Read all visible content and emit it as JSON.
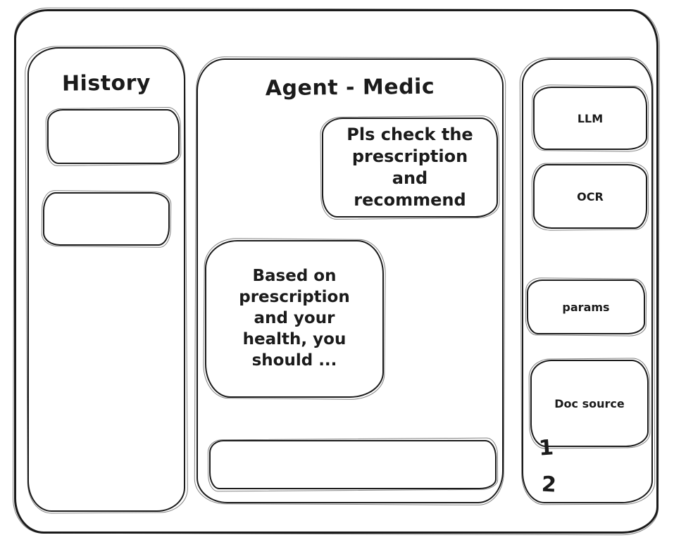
{
  "history_panel": {
    "title": "History",
    "items": [
      {
        "label": ""
      },
      {
        "label": ""
      }
    ]
  },
  "chat_panel": {
    "title": "Agent - Medic",
    "messages": [
      {
        "role": "user",
        "text": "Pls check the prescription and recommend"
      },
      {
        "role": "agent",
        "text": "Based on prescription and your health, you should ..."
      }
    ],
    "input": {
      "value": "",
      "placeholder": ""
    }
  },
  "tools_panel": {
    "buttons": [
      {
        "label": "LLM"
      },
      {
        "label": "OCR"
      },
      {
        "label": "params"
      },
      {
        "label": "Doc source"
      }
    ],
    "doc_source_items": [
      "1",
      "2"
    ]
  },
  "colors": {
    "ink": "#1b1b1b",
    "surface": "#ffffff"
  }
}
